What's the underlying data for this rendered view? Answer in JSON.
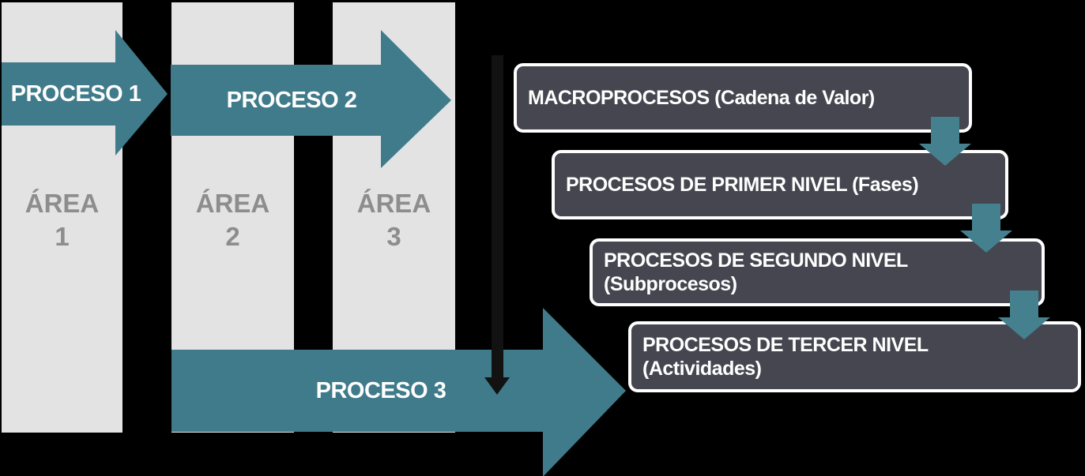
{
  "colors": {
    "background": "#000000",
    "teal_arrow": "#3f7b8b",
    "teal_down_arrow": "#44808e",
    "column_gray": "#e3e3e4",
    "area_label": "#8d8d8d",
    "box_fill": "#45464f",
    "box_border": "#ffffff",
    "black_arrow": "#121212",
    "white_text": "#ffffff"
  },
  "areas": [
    {
      "title": "ÁREA",
      "number": "1"
    },
    {
      "title": "ÁREA",
      "number": "2"
    },
    {
      "title": "ÁREA",
      "number": "3"
    }
  ],
  "process_arrows": [
    {
      "label": "PROCESO 1"
    },
    {
      "label": "PROCESO 2"
    },
    {
      "label": "PROCESO 3"
    }
  ],
  "hierarchy_boxes": [
    {
      "lines": [
        "MACROPROCESOS (Cadena de Valor)"
      ]
    },
    {
      "lines": [
        "PROCESOS DE PRIMER NIVEL (Fases)"
      ]
    },
    {
      "lines": [
        "PROCESOS DE SEGUNDO NIVEL",
        "(Subprocesos)"
      ]
    },
    {
      "lines": [
        "PROCESOS DE TERCER NIVEL",
        "(Actividades)"
      ]
    }
  ]
}
